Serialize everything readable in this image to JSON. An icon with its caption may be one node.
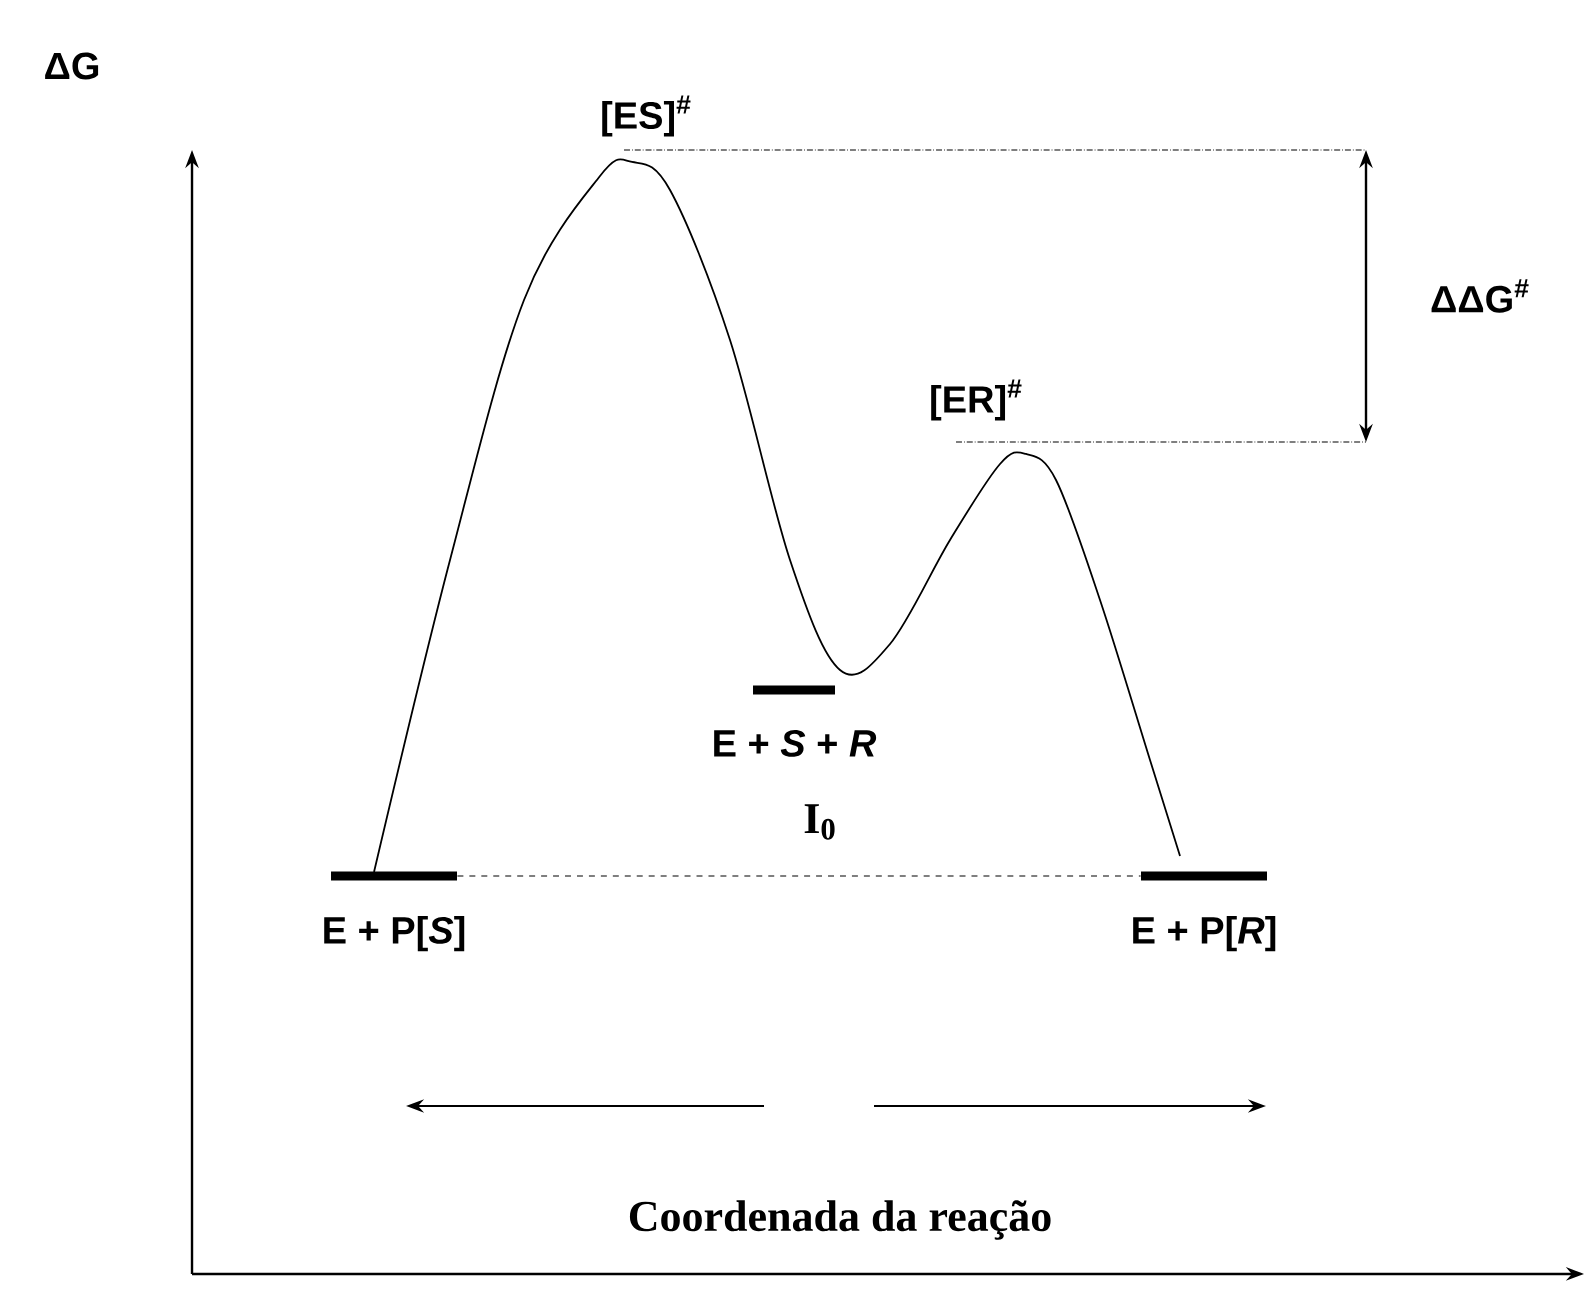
{
  "diagram": {
    "caption": "Coordenada da reação",
    "nodes": [
      {
        "text": [
          "E + P[*S*]"
        ]
      },
      {
        "text": [
          "E + *S* + *R*"
        ],
        "beside": [
          "I$_{0}$"
        ]
      },
      {
        "text": [
          "E + P[*R*]"
        ]
      }
    ],
    "edges": [
      {
        "from": 0,
        "to": 2,
        "arrow": "none",
        "style": "dashed"
      }
    ],
    "labels": [
      "ΔG",
      "[ES]$^{#}$",
      "[ER]$^{#}$",
      "ΔΔG$^{#}$"
    ]
  }
}
